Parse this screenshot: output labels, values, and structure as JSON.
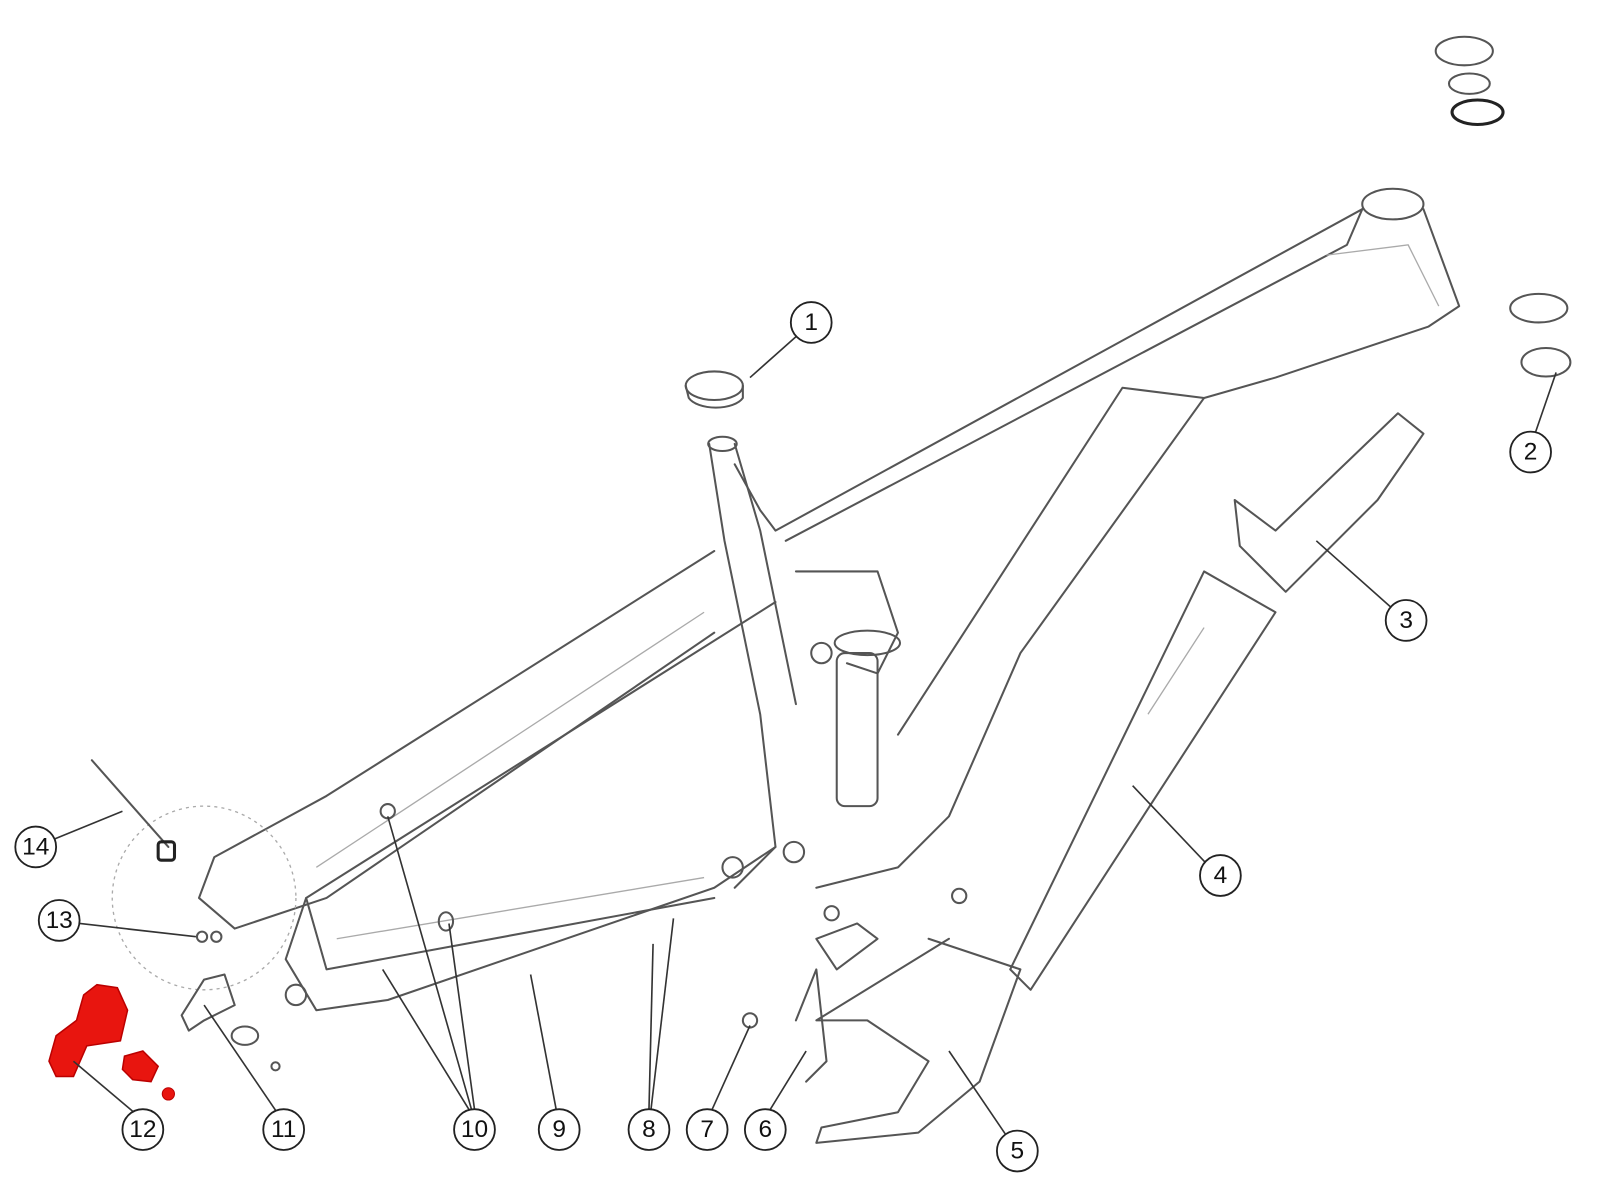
{
  "diagram": {
    "highlight_color": "#e8150f",
    "line_color": "#555555",
    "highlighted_part": "12",
    "callouts": [
      {
        "label": "1"
      },
      {
        "label": "2"
      },
      {
        "label": "3"
      },
      {
        "label": "4"
      },
      {
        "label": "5"
      },
      {
        "label": "6"
      },
      {
        "label": "7"
      },
      {
        "label": "8"
      },
      {
        "label": "9"
      },
      {
        "label": "10"
      },
      {
        "label": "11"
      },
      {
        "label": "12"
      },
      {
        "label": "13"
      },
      {
        "label": "14"
      }
    ]
  }
}
